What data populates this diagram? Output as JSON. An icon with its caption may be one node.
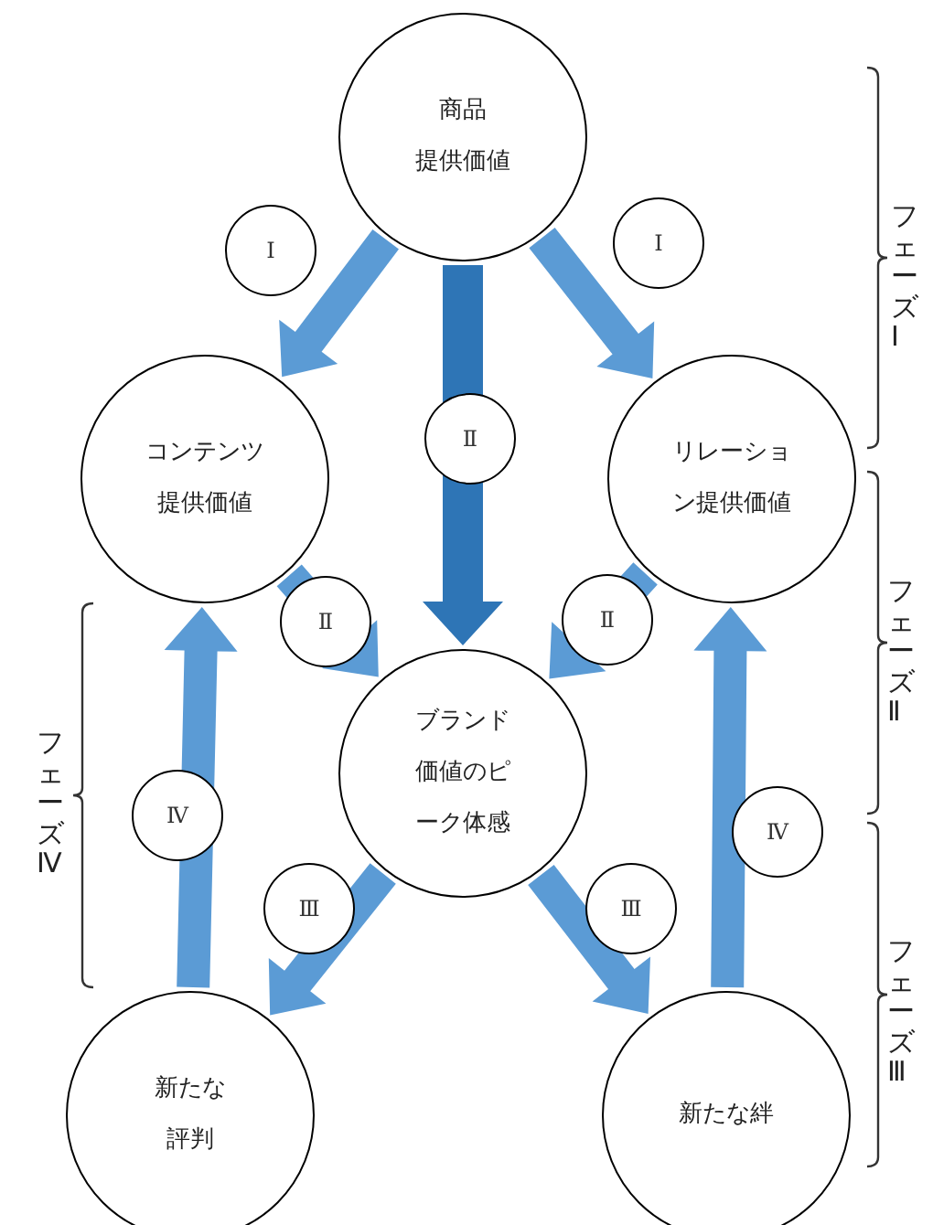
{
  "diagram": {
    "nodes": [
      {
        "text": [
          "商品",
          "提供価値"
        ]
      },
      {
        "text": [
          "Ⅰ"
        ]
      },
      {
        "text": [
          "Ⅰ"
        ]
      },
      {
        "text": [
          "コンテンツ",
          "提供価値"
        ]
      },
      {
        "text": [
          "Ⅱ"
        ]
      },
      {
        "text": [
          "リレーション提供価値"
        ]
      },
      {
        "text": [
          "Ⅱ"
        ]
      },
      {
        "text": [
          "Ⅱ"
        ]
      },
      {
        "text": [
          "ブランド価値のピーク体感"
        ]
      },
      {
        "text": [
          "Ⅳ"
        ]
      },
      {
        "text": [
          "Ⅳ"
        ]
      },
      {
        "text": [
          "Ⅲ"
        ]
      },
      {
        "text": [
          "Ⅲ"
        ]
      },
      {
        "text": [
          "新たな",
          "評判"
        ]
      },
      {
        "text": [
          "新たな絆"
        ]
      }
    ],
    "edges": [
      {
        "from": 0,
        "to": 3,
        "arrow": "to"
      },
      {
        "from": 0,
        "to": 5,
        "arrow": "to"
      },
      {
        "from": 0,
        "to": 8,
        "arrow": "to",
        "color": "#2e75b6"
      },
      {
        "from": 3,
        "to": 8,
        "arrow": "to"
      },
      {
        "from": 5,
        "to": 8,
        "arrow": "to"
      },
      {
        "from": 8,
        "to": 13,
        "arrow": "to"
      },
      {
        "from": 8,
        "to": 14,
        "arrow": "to"
      },
      {
        "from": 13,
        "to": 3,
        "arrow": "to"
      },
      {
        "from": 14,
        "to": 5,
        "arrow": "to"
      }
    ],
    "labels": [
      "フェーズⅠ",
      "フェーズⅡ",
      "フェーズⅣ",
      "フェーズⅢ"
    ]
  }
}
